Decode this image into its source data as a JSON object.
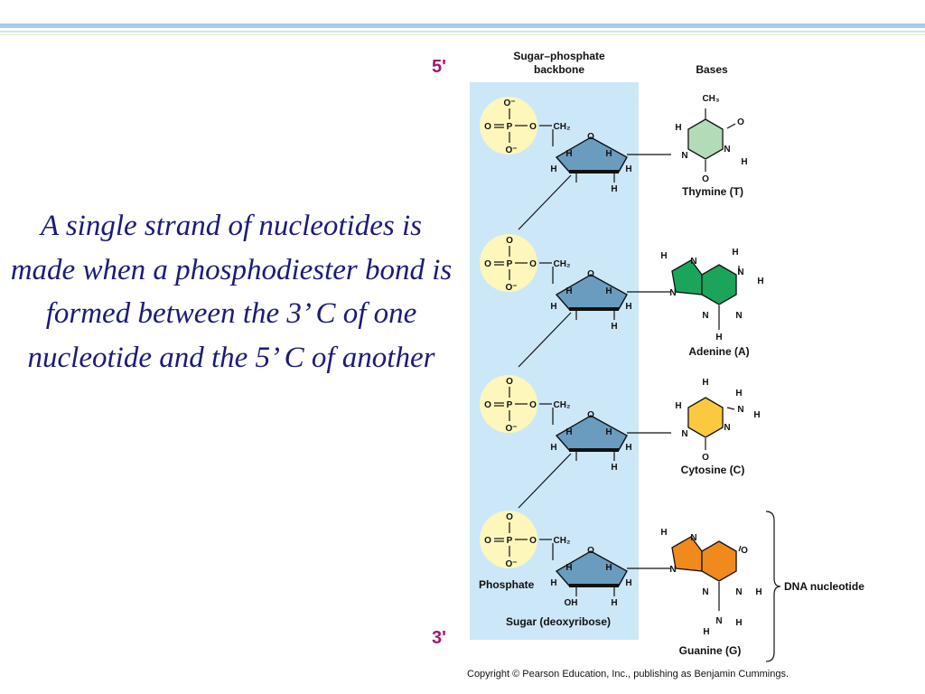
{
  "caption": "A single strand of nucleotides is made when a phosphodiester bond is formed between the 3’ C of one nucleotide and the 5’ C of another",
  "diagram": {
    "end_5": "5'",
    "end_3": "3'",
    "backbone_header_line1": "Sugar–phosphate",
    "backbone_header_line2": "backbone",
    "bases_header": "Bases",
    "phosphate_label": "Phosphate",
    "sugar_label": "Sugar (deoxyribose)",
    "nucleotide_label": "DNA nucleotide",
    "bases": [
      {
        "name": "Thymine (T)",
        "color": "#b3dbb7"
      },
      {
        "name": "Adenine (A)",
        "color": "#1aa55a"
      },
      {
        "name": "Cytosine (C)",
        "color": "#fbc93f"
      },
      {
        "name": "Guanine (G)",
        "color": "#f08a1c"
      }
    ],
    "colors": {
      "backbone_band": "#cce7f8",
      "phosphate_circle": "#fdf7bb",
      "sugar_ring": "#6a9cc0"
    }
  },
  "copyright": "Copyright © Pearson Education, Inc., publishing as Benjamin Cummings."
}
